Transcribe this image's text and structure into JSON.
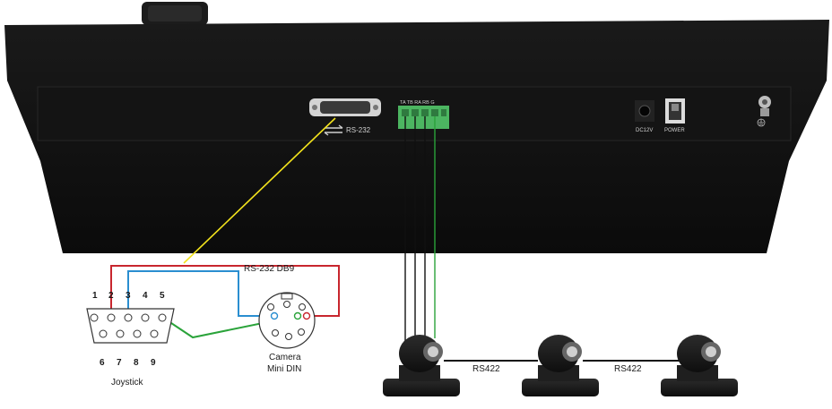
{
  "device": {
    "rs232_port_label": "RS-232",
    "terminal_label": "TA TB RA RB G",
    "dc_label": "DC12V",
    "power_label": "POWER"
  },
  "wiring": {
    "db9_title": "RS-232 DB9",
    "db9_pins_top": [
      "1",
      "2",
      "3",
      "4",
      "5"
    ],
    "db9_pins_bottom": [
      "6",
      "7",
      "8",
      "9"
    ],
    "joystick_label": "Joystick",
    "camera_label_line1": "Camera",
    "camera_label_line2": "Mini DIN",
    "rs422_label_1": "RS422",
    "rs422_label_2": "RS422"
  },
  "colors": {
    "rs232_line": "#f2e21c",
    "red_wire": "#c8262e",
    "blue_wire": "#2a8ed0",
    "green_wire": "#2aa33a",
    "black_wire": "#111111",
    "terminal_green": "#4cb561"
  }
}
